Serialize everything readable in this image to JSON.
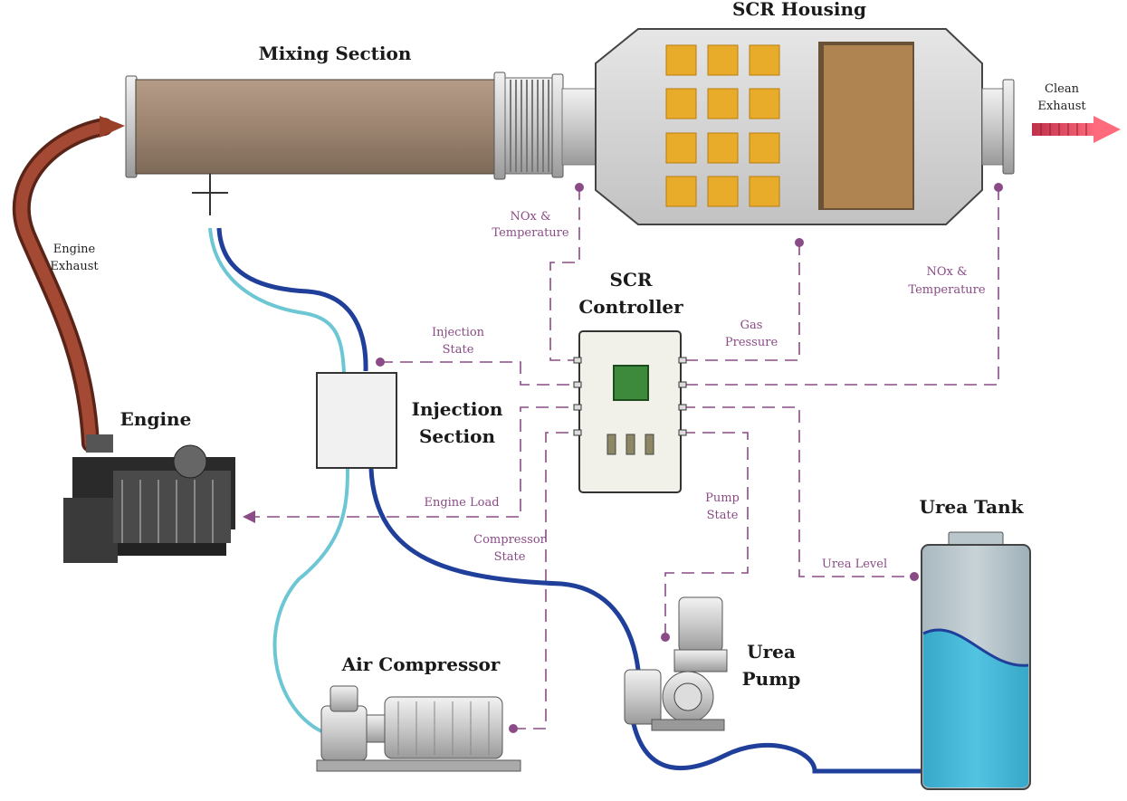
{
  "labels": {
    "scr_housing": "SCR Housing",
    "mixing_section": "Mixing Section",
    "clean_exhaust_1": "Clean",
    "clean_exhaust_2": "Exhaust",
    "engine_exhaust_1": "Engine",
    "engine_exhaust_2": "Exhaust",
    "engine": "Engine",
    "injection_section_1": "Injection",
    "injection_section_2": "Section",
    "scr_controller_1": "SCR",
    "scr_controller_2": "Controller",
    "urea_tank": "Urea Tank",
    "urea_pump_1": "Urea",
    "urea_pump_2": "Pump",
    "air_compressor": "Air Compressor"
  },
  "signals": {
    "nox_temp_left_1": "NOx &",
    "nox_temp_left_2": "Temperature",
    "nox_temp_right_1": "NOx &",
    "nox_temp_right_2": "Temperature",
    "injection_state_1": "Injection",
    "injection_state_2": "State",
    "gas_pressure_1": "Gas",
    "gas_pressure_2": "Pressure",
    "engine_load": "Engine Load",
    "pump_state_1": "Pump",
    "pump_state_2": "State",
    "compressor_state_1": "Compressor",
    "compressor_state_2": "State",
    "urea_level": "Urea Level"
  },
  "colors": {
    "signal_line": "#8a4b86",
    "urea_line": "#1f3f9a",
    "air_line": "#6cc6d3",
    "exhaust_hose": "#8a3a2a",
    "catalyst_block": "#e9ab2a",
    "filter_block": "#b08450",
    "mixing_pipe": "#a48a74",
    "urea_liquid": "#45b8d8",
    "controller_display": "#3d8a3d"
  }
}
